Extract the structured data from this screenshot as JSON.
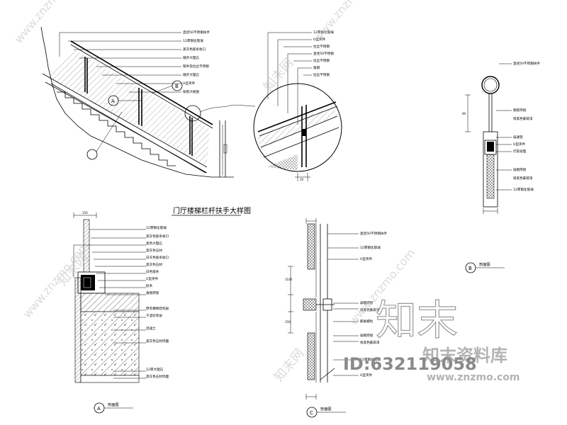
{
  "drawing": {
    "title": "门厅楼梯栏杆扶手大样图",
    "id_text": "ID:632119058",
    "brand_large": "知末",
    "brand_cn": "知末资料库",
    "brand_url": "www.znzmo.com",
    "watermark_url": "www.znzmo.com",
    "watermark_cn": "知末网"
  },
  "elevation_labels": [
    "直径50不锈钢扶手",
    "12厚钢化玻璃",
    "黑灰色嵌条收口",
    "踏步大理石",
    "铁件及拉丝不锈钢",
    "踏步大理石",
    "U型夹件",
    "按照大样图"
  ],
  "detail_circle_labels": [
    "12厚钢化玻璃",
    "U型夹件",
    "拉丝不锈钢",
    "直径50不锈钢",
    "拉丝不锈钢",
    "角钢",
    "拉丝不锈钢"
  ],
  "section_b_labels": [
    "直径50不锈钢扶手",
    "钢管焊接",
    "喷黑色氟碳漆",
    "扁通管",
    "U型夹件",
    "打胶处理",
    "扁钢焊接",
    "喷黑色氟碳漆",
    "12厚钢化玻璃"
  ],
  "section_a_labels": [
    "12厚钢化玻璃",
    "黑灰色嵌条收口",
    "黑色大理石",
    "黑灰色石材",
    "白灰色嵌条收口",
    "黑灰色石材",
    "白色嵌条",
    "U型夹件",
    "胶条",
    "角钢焊接",
    "原有楼梯结构层",
    "干混砂浆层",
    "混凝土",
    "黑灰色石材饰面",
    "12厚大理石",
    "黑灰色石材饰面"
  ],
  "section_c_labels": [
    "直径50不锈钢扶手",
    "12厚钢化玻璃",
    "U型夹件",
    "扁钢焊接",
    "喷黑色氟碳漆",
    "膨胀螺栓",
    "扁钢焊接",
    "喷黑色氟碳漆",
    "12厚钢化玻璃",
    "U型夹件"
  ],
  "callouts": {
    "a_marker": "A",
    "b_marker": "B",
    "a_caption": "剖面图",
    "b_caption": "剖面图",
    "c_caption": "剖面图",
    "elev_marker_a": "A",
    "elev_marker_b": "B"
  },
  "dims": {
    "d1": "150",
    "d2": "150",
    "d3": "90",
    "d4": "10",
    "d5": "1100"
  }
}
